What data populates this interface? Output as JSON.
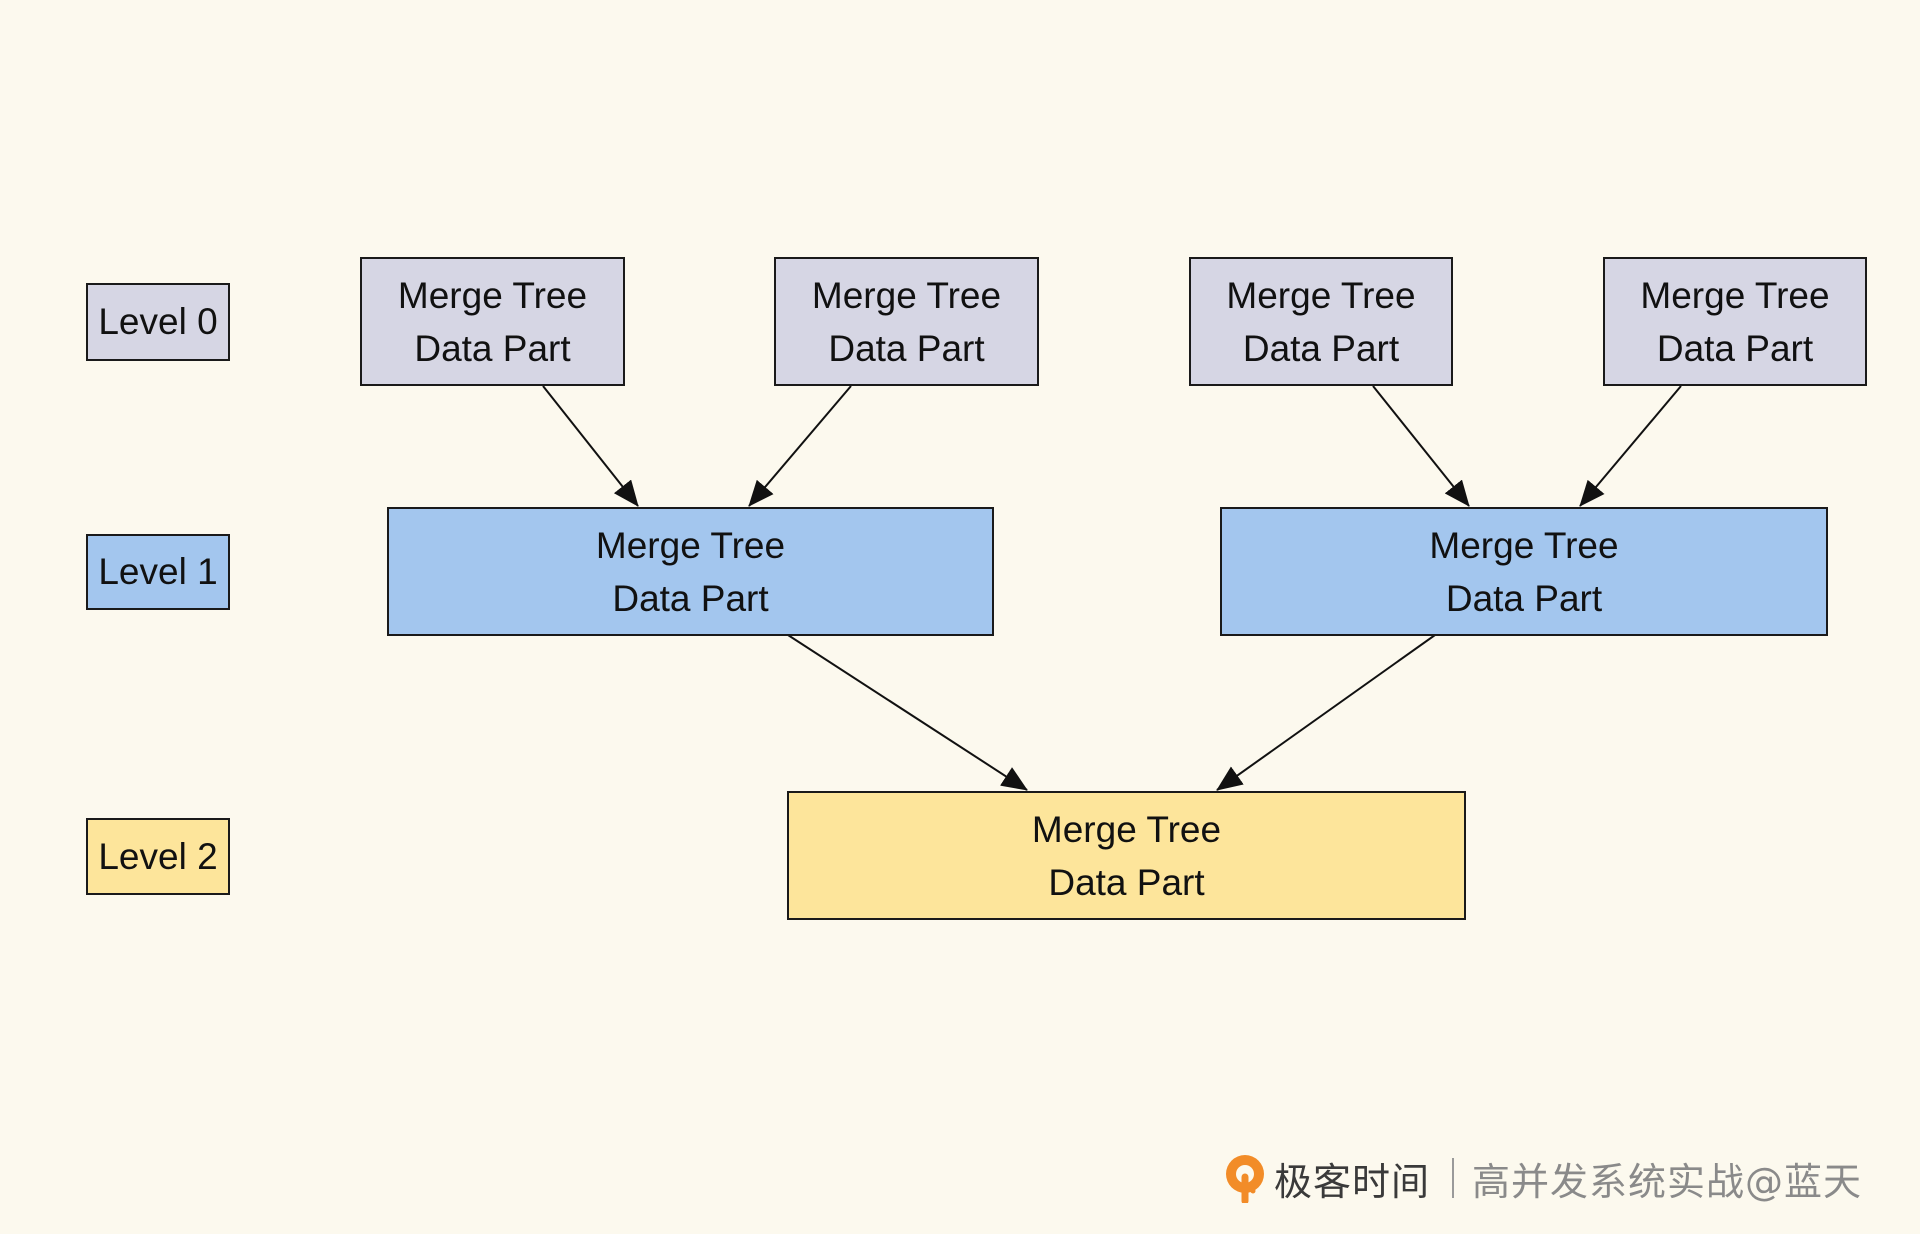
{
  "levels": [
    {
      "label": "Level 0",
      "color": "#d6d6e4"
    },
    {
      "label": "Level 1",
      "color": "#a3c6ee"
    },
    {
      "label": "Level 2",
      "color": "#fde59b"
    }
  ],
  "node_text": {
    "line1": "Merge Tree",
    "line2": "Data Part"
  },
  "nodes": {
    "l0": [
      {
        "line1": "Merge Tree",
        "line2": "Data Part"
      },
      {
        "line1": "Merge Tree",
        "line2": "Data Part"
      },
      {
        "line1": "Merge Tree",
        "line2": "Data Part"
      },
      {
        "line1": "Merge Tree",
        "line2": "Data Part"
      }
    ],
    "l1": [
      {
        "line1": "Merge Tree",
        "line2": "Data Part"
      },
      {
        "line1": "Merge Tree",
        "line2": "Data Part"
      }
    ],
    "l2": [
      {
        "line1": "Merge Tree",
        "line2": "Data Part"
      }
    ]
  },
  "edges": [
    {
      "from": "level0-part-1",
      "to": "level1-part-1"
    },
    {
      "from": "level0-part-2",
      "to": "level1-part-1"
    },
    {
      "from": "level0-part-3",
      "to": "level1-part-2"
    },
    {
      "from": "level0-part-4",
      "to": "level1-part-2"
    },
    {
      "from": "level1-part-1",
      "to": "level2-part-1"
    },
    {
      "from": "level1-part-2",
      "to": "level2-part-1"
    }
  ],
  "footer": {
    "brand": "极客时间",
    "course": "高并发系统实战@蓝天",
    "logo_icon": "geektime-logo-icon",
    "logo_color": "#f28c28"
  }
}
